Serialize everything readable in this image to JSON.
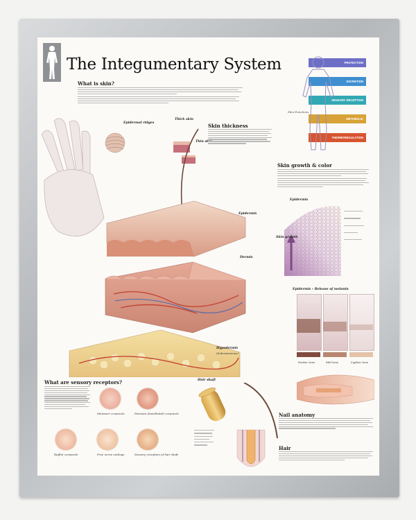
{
  "title": "The Integumentary System",
  "sections": {
    "what_is_skin": "What is skin?",
    "skin_thickness": "Skin thickness",
    "skin_growth": "Skin growth & color",
    "sensory": "What are sensory receptors?",
    "nail": "Nail anatomy",
    "hair": "Hair"
  },
  "skin_functions": {
    "label": "Skin Functions",
    "bands": [
      "PROTECTION",
      "EXCRETION",
      "SENSORY RECEPTION",
      "METABOLIC",
      "THERMOREGULATION"
    ],
    "colors": [
      "#6d6fc7",
      "#3f8fd0",
      "#32a8b4",
      "#d8a236",
      "#d8542f"
    ]
  },
  "diagram_labels": {
    "epidermal_ridges": "Epidermal ridges",
    "thick_skin": "Thick skin",
    "thin_skin": "Thin skin",
    "epidermis": "Epidermis",
    "dermis": "Dermis",
    "hypodermis": "Hypodermis",
    "subcutaneous": "(Subcutaneous)",
    "hair_shaft": "Hair shaft",
    "epidermis_growth": "Epidermis",
    "skin_growth": "Skin growth",
    "melanin": "Epidermis – Release of melanin",
    "darker_tone": "Darker tone",
    "mid_tone": "Mid tone",
    "lighter_tone": "Lighter tone"
  },
  "receptors": {
    "meissner": "Meissner corpuscle",
    "pacinian": "Pacinian (lamellated) corpuscle",
    "ruffini": "Ruffini corpuscle",
    "free_nerve": "Free nerve endings",
    "hair_receptor": "Sensory reception of hair shaft"
  }
}
